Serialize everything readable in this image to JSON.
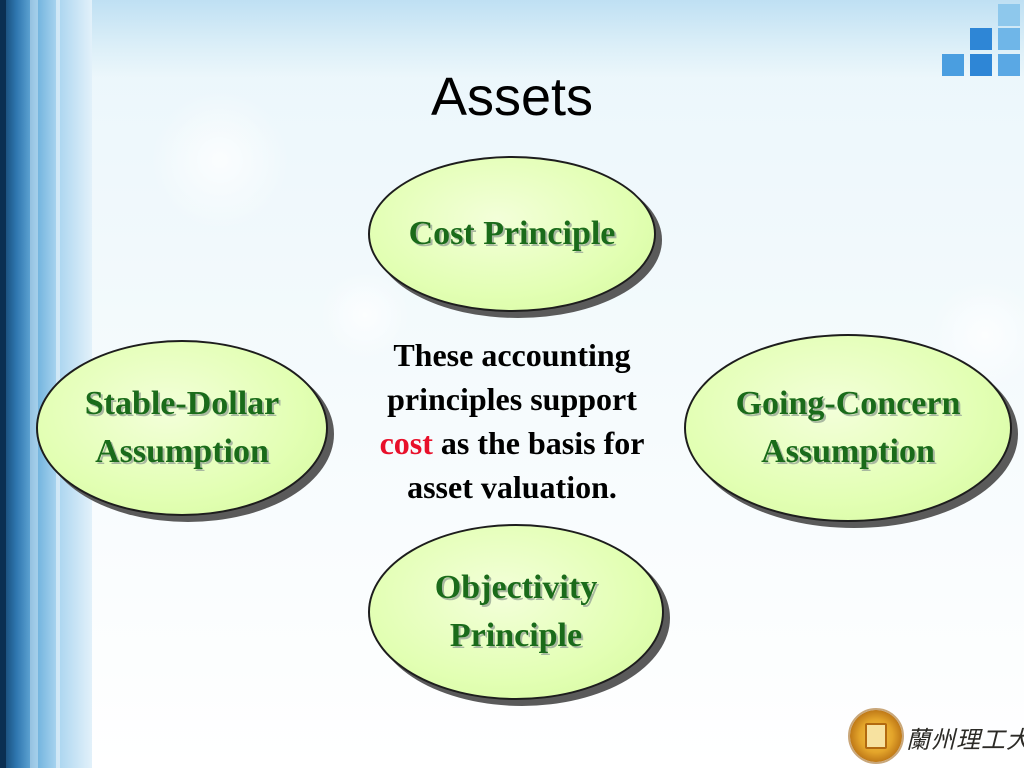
{
  "slide": {
    "title": "Assets"
  },
  "diagram": {
    "top_node": "Cost Principle",
    "left_node": {
      "line1": "Stable-Dollar",
      "line2": "Assumption"
    },
    "right_node": {
      "line1": "Going-Concern",
      "line2": "Assumption"
    },
    "bottom_node": {
      "line1": "Objectivity",
      "line2": "Principle"
    },
    "center_text": {
      "line1": "These accounting",
      "line2": "principles support",
      "highlight": "cost",
      "line3_rest": " as the basis for",
      "line4": "asset valuation."
    }
  },
  "logo": {
    "text": "蘭州理工大學"
  },
  "colors": {
    "node_fill": "#e2ffb3",
    "node_text": "#1a6b1a",
    "highlight": "#e8102a"
  }
}
